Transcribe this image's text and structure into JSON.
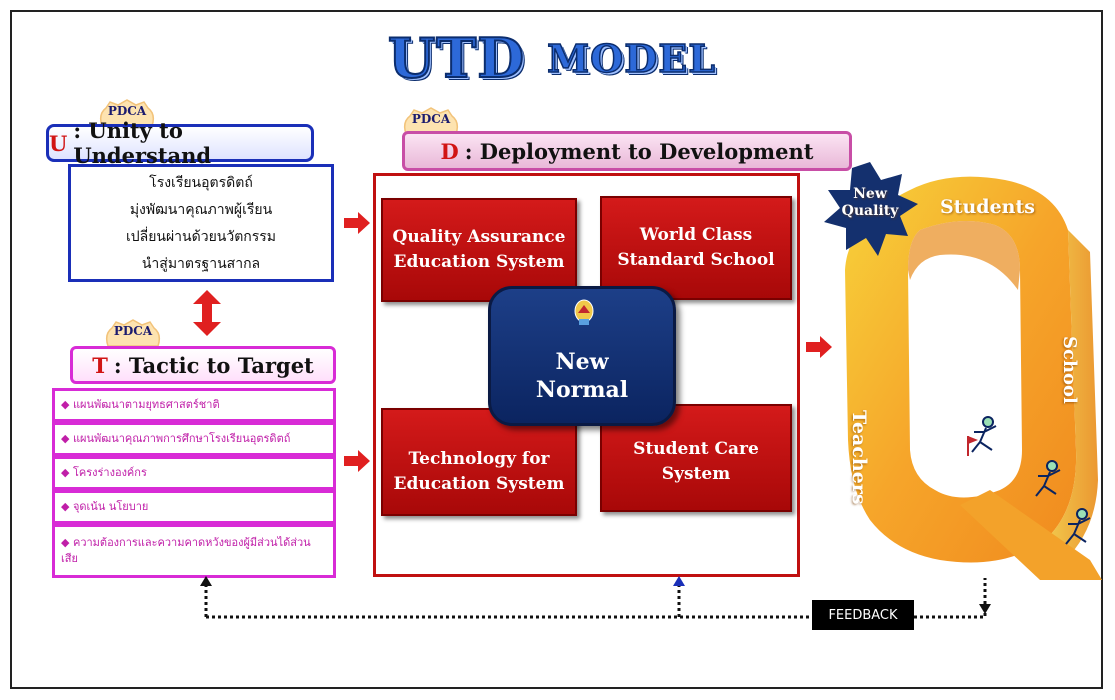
{
  "title": {
    "main": "UTD",
    "sub": "MODEL"
  },
  "pdca_label": "PDCA",
  "u_section": {
    "letter": "U",
    "heading": ": Unity to Understand",
    "lines": [
      "โรงเรียนอุตรดิตถ์",
      "มุ่งพัฒนาคุณภาพผู้เรียน",
      "เปลี่ยนผ่านด้วยนวัตกรรม",
      "นำสู่มาตรฐานสากล"
    ]
  },
  "t_section": {
    "letter": "T",
    "heading": ": Tactic to Target",
    "items": [
      "◆ แผนพัฒนาตามยุทธศาสตร์ชาติ",
      "◆ แผนพัฒนาคุณภาพการศึกษาโรงเรียนอุตรดิตถ์",
      "◆ โครงร่างองค์กร",
      "◆ จุดเน้น นโยบาย",
      "◆ ความต้องการและความคาดหวังของผู้มีส่วนได้ส่วนเสีย"
    ]
  },
  "d_section": {
    "letter": "D",
    "heading": ": Deployment to Development",
    "boxes": {
      "top_left": [
        "Quality Assurance",
        "Education System"
      ],
      "top_right": [
        "World Class",
        "Standard School"
      ],
      "bottom_left": [
        "Technology for",
        "Education System"
      ],
      "bottom_right": [
        "Student Care",
        "System"
      ]
    },
    "center": [
      "New",
      "Normal"
    ]
  },
  "q_section": {
    "badge": [
      "New",
      "Quality"
    ],
    "students": "Students",
    "teachers": "Teachers",
    "school": "School"
  },
  "feedback": "FEEDBACK",
  "colors": {
    "u_border": "#1a2fb8",
    "t_border": "#d82bd6",
    "d_border": "#c84ea6",
    "red_box": "#c41414",
    "center_box": "#14306e",
    "q_orange": "#f5a623"
  }
}
